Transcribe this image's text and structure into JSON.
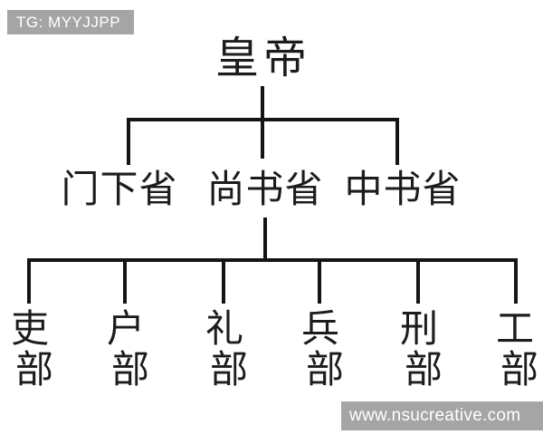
{
  "watermarks": {
    "top": "TG: MYYJJPP",
    "bottom": "www.nsucreative.com"
  },
  "tree": {
    "root": {
      "label": "皇帝"
    },
    "level2": [
      {
        "label": "门下省"
      },
      {
        "label": "尚书省"
      },
      {
        "label": "中书省"
      }
    ],
    "level3_parent": "尚书省",
    "level3": [
      {
        "line1": "吏",
        "line2": "部"
      },
      {
        "line1": "户",
        "line2": "部"
      },
      {
        "line1": "礼",
        "line2": "部"
      },
      {
        "line1": "兵",
        "line2": "部"
      },
      {
        "line1": "刑",
        "line2": "部"
      },
      {
        "line1": "工",
        "line2": "部"
      }
    ]
  },
  "colors": {
    "background": "#ffffff",
    "line": "#141414",
    "text": "#1c1c1c",
    "watermark_bg": "#a5a5a5",
    "watermark_text": "#ffffff"
  }
}
